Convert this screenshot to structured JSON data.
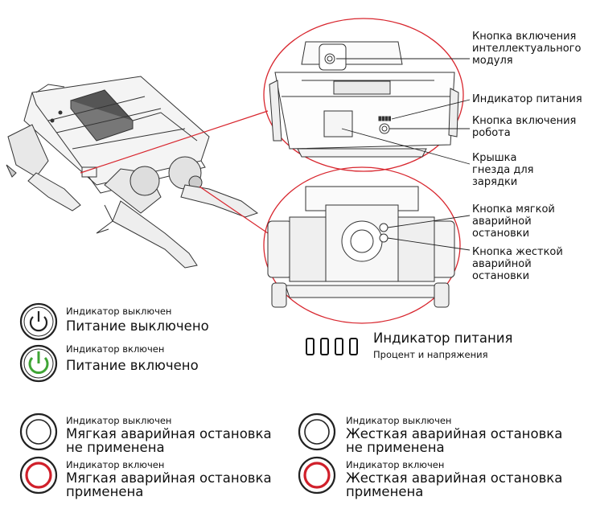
{
  "callouts": {
    "smart_module_button": "Кнопка включения\nинтеллектуального\nмодуля",
    "power_indicator": "Индикатор питания",
    "robot_power_button": "Кнопка включения\nробота",
    "charging_cover": "Крышка\nгнезда для\nзарядки",
    "soft_estop_button": "Кнопка мягкой\nаварийной\nостановки",
    "hard_estop_button": "Кнопка жесткой\nаварийной\nостановки"
  },
  "legend": {
    "power_off": {
      "small": "Индикатор выключен",
      "big": "Питание выключено"
    },
    "power_on": {
      "small": "Индикатор включен",
      "big": "Питание включено"
    },
    "battery": {
      "title": "Индикатор питания",
      "subtitle": "Процент и напряжения"
    },
    "soft_off": {
      "small": "Индикатор выключен",
      "big": "Мягкая аварийная остановка\nне применена"
    },
    "soft_on": {
      "small": "Индикатор включен",
      "big": "Мягкая аварийная остановка\nприменена"
    },
    "hard_off": {
      "small": "Индикатор выключен",
      "big": "Жесткая аварийная остановка\nне применена"
    },
    "hard_on": {
      "small": "Индикатор включен",
      "big": "Жесткая аварийная остановка\nприменена"
    }
  },
  "colors": {
    "callout_line": "#d8262e",
    "indicator_on_green": "#3fa535",
    "indicator_on_red": "#d01f2a",
    "outline": "#222222"
  },
  "icons": {
    "power_off": "power-icon",
    "power_on": "power-icon",
    "estop_off": "ring-icon",
    "estop_on": "ring-icon",
    "battery": "battery-bars-icon"
  }
}
